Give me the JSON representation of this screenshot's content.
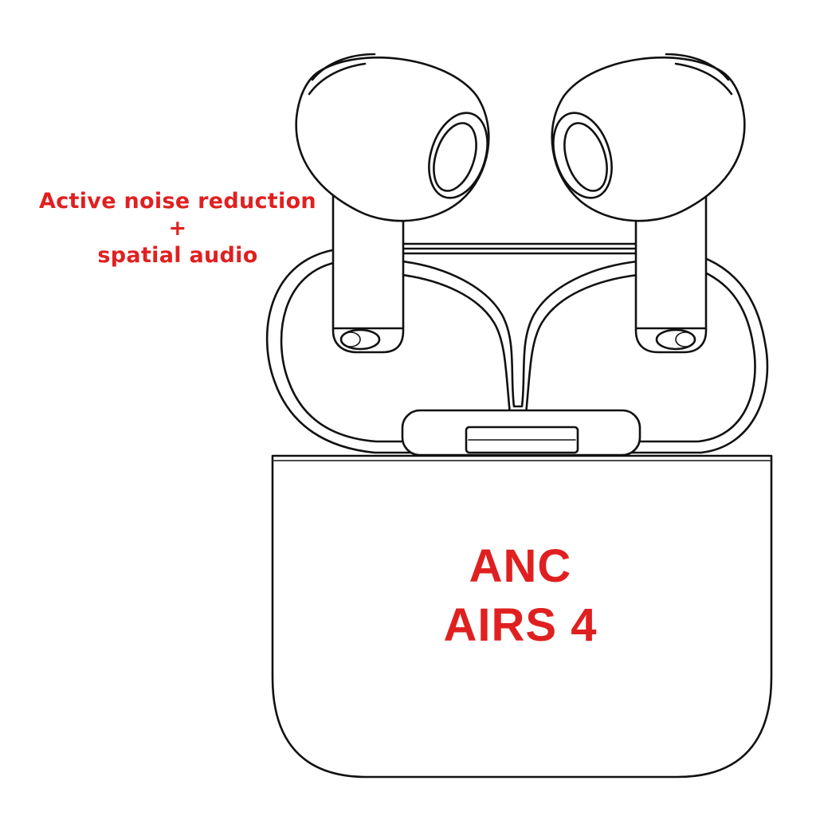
{
  "colors": {
    "text_red": "#e02020",
    "line": "#111111",
    "background": "#ffffff"
  },
  "callout": {
    "line1": "Active noise reduction",
    "line2": "+",
    "line3": "spatial audio"
  },
  "case_label": {
    "line1": "ANC",
    "line2": "AIRS 4"
  }
}
